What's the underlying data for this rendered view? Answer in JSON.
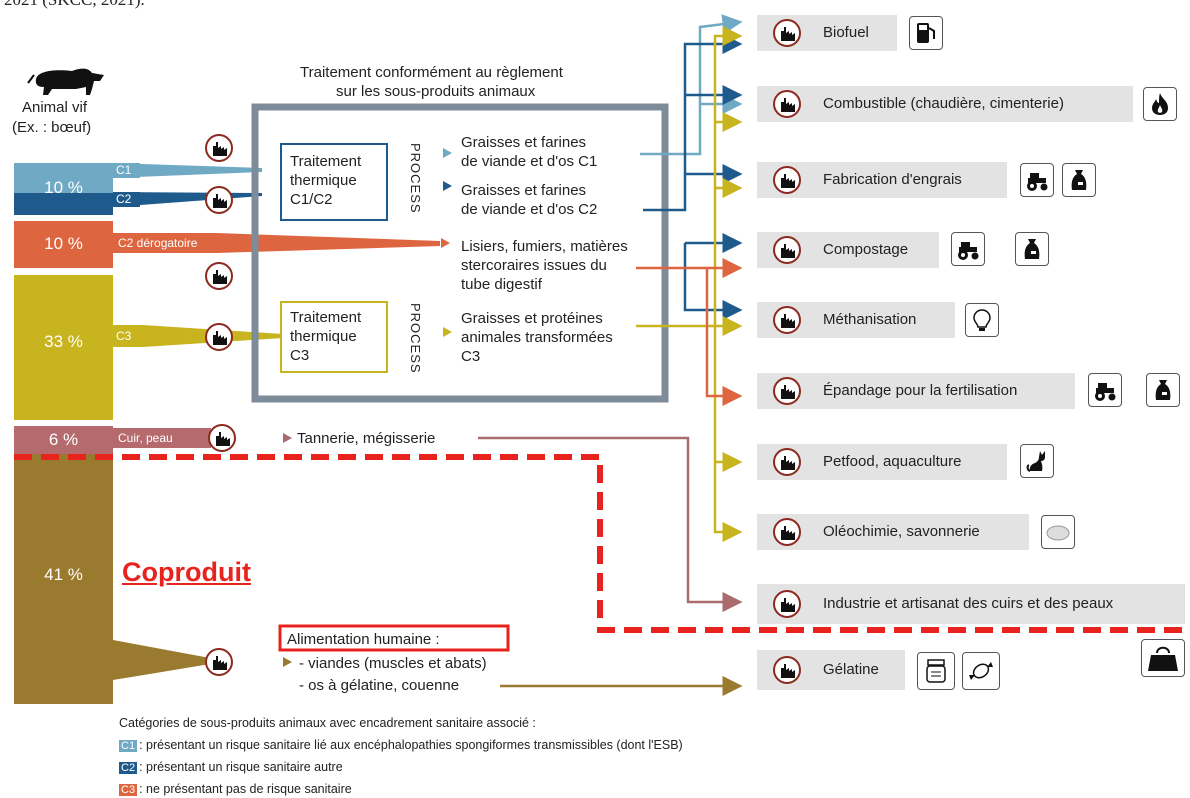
{
  "top_fragment": "2021 (SKCC, 2021).",
  "animal_label": "Animal vif",
  "animal_example": "(Ex. : bœuf)",
  "header": {
    "line1": "Traitement conformément au règlement",
    "line2": "sur les sous-produits animaux"
  },
  "bars": [
    {
      "pct": "10 %",
      "color": "#6fa9c3"
    },
    {
      "pct": "10 %",
      "color": "#dd6640"
    },
    {
      "pct": "33 %",
      "color": "#c8b41e"
    },
    {
      "pct": "6 %",
      "color": "#b56a6e"
    },
    {
      "pct": "41 %",
      "color": "#9a7a2e"
    }
  ],
  "categories": {
    "c1": "C1",
    "c2": "C2",
    "c2d": "C2 dérogatoire",
    "c3": "C3",
    "cuir": "Cuir, peau"
  },
  "treatment1": {
    "l1": "Traitement",
    "l2": "thermique",
    "l3": "C1/C2"
  },
  "treatment2": {
    "l1": "Traitement",
    "l2": "thermique",
    "l3": "C3"
  },
  "process_label": "PROCESS",
  "outputs": {
    "c1_l1": "Graisses et farines",
    "c1_l2": "de viande et d'os C1",
    "c2_l1": "Graisses et farines",
    "c2_l2": "de viande et d'os C2",
    "lis_l1": "Lisiers, fumiers, matières",
    "lis_l2": "stercoraires issues du",
    "lis_l3": "tube digestif",
    "c3_l1": "Graisses et protéines",
    "c3_l2": "animales transformées",
    "c3_l3": "C3",
    "tannerie": "Tannerie, mégisserie"
  },
  "coproduit": "Coproduit",
  "alimentation": {
    "title": "Alimentation humaine :",
    "l1": "- viandes (muscles et abats)",
    "l2": "- os à gélatine, couenne"
  },
  "destinations": [
    {
      "label": "Biofuel",
      "icons": [
        "fuel-pump-icon"
      ]
    },
    {
      "label": "Combustible (chaudière, cimenterie)",
      "icons": [
        "fire-icon"
      ]
    },
    {
      "label": "Fabrication d'engrais",
      "icons": [
        "tractor-icon",
        "fertilizer-bag-icon"
      ]
    },
    {
      "label": "Compostage",
      "icons": [
        "tractor-icon",
        "fertilizer-bag-icon"
      ]
    },
    {
      "label": "Méthanisation",
      "icons": [
        "light-bulb-icon"
      ]
    },
    {
      "label": "Épandage pour la fertilisation",
      "icons": [
        "tractor-icon",
        "fertilizer-bag-icon"
      ]
    },
    {
      "label": "Petfood, aquaculture",
      "icons": [
        "cat-icon"
      ]
    },
    {
      "label": "Oléochimie, savonnerie",
      "icons": [
        "soap-icon"
      ]
    },
    {
      "label": "Industrie et artisanat des cuirs et des peaux",
      "icons": [
        "handbag-icon"
      ]
    },
    {
      "label": "Gélatine",
      "icons": [
        "jar-icon",
        "candy-icon"
      ]
    }
  ],
  "legend": {
    "title": "Catégories de sous-produits animaux avec encadrement sanitaire associé :",
    "c1_tag": "C1",
    "c1_text": ": présentant un risque sanitaire lié aux encéphalopathies spongiformes transmissibles  (dont l'ESB)",
    "c2_tag": "C2",
    "c2_text": ": présentant un risque sanitaire autre",
    "c3_tag": "C3",
    "c3_text": ": ne présentant pas de risque sanitaire"
  },
  "colors": {
    "c1": "#6fa9c3",
    "c2": "#1f5a8c",
    "c2d": "#dd6640",
    "c3": "#c8b41e",
    "cuir": "#a96b6d",
    "coproduit": "#9a7a2e",
    "highlight": "#e8231e",
    "frame": "#7e8b99"
  }
}
